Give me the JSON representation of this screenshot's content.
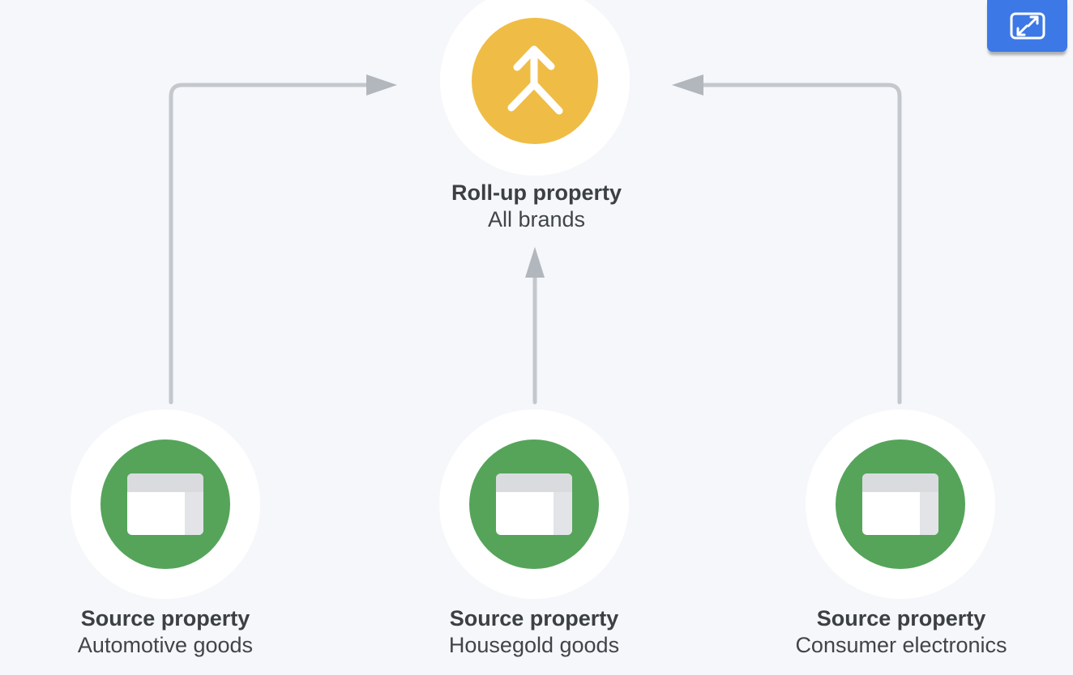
{
  "diagram": {
    "rollup_node": {
      "title": "Roll-up property",
      "subtitle": "All brands",
      "icon": "merge-arrows-icon"
    },
    "source_nodes": [
      {
        "title": "Source property",
        "subtitle": "Automotive goods",
        "icon": "web-window-icon"
      },
      {
        "title": "Source property",
        "subtitle": "Housegold goods",
        "icon": "web-window-icon"
      },
      {
        "title": "Source property",
        "subtitle": "Consumer electronics",
        "icon": "web-window-icon"
      }
    ],
    "connections": [
      {
        "from": "Automotive goods",
        "to": "All brands"
      },
      {
        "from": "Housegold goods",
        "to": "All brands"
      },
      {
        "from": "Consumer electronics",
        "to": "All brands"
      }
    ]
  },
  "toolbar": {
    "expand_button": {
      "icon": "expand-diagram-icon"
    }
  },
  "colors": {
    "background": "#F5F7FA",
    "node_halo": "#FFFFFF",
    "rollup_accent": "#EFBD45",
    "source_accent": "#55A45A",
    "icon_glyph": "#FFFFFF",
    "window_body": "#FFFFFF",
    "window_top_bar": "#D9DBDF",
    "window_side_panel": "#E2E4E8",
    "arrow_line": "#C4C8CD",
    "arrow_head": "#B2B6BD",
    "title_text": "#3C4043",
    "subtitle_text": "#414448",
    "button_bg": "#3C78E6",
    "button_icon": "#FFFFFF"
  }
}
